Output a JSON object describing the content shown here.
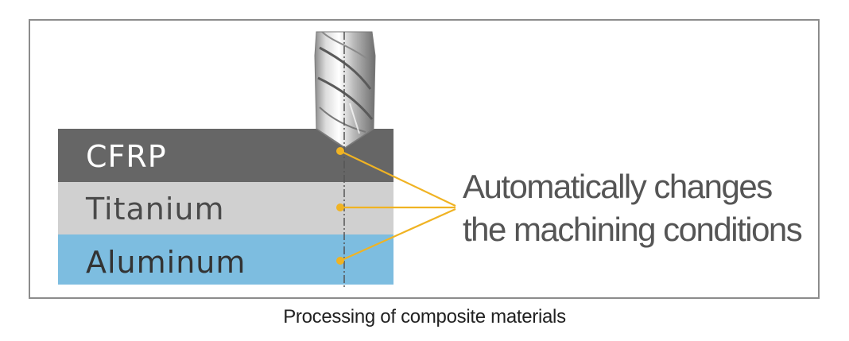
{
  "layers": [
    {
      "label": "CFRP",
      "color": "#666666"
    },
    {
      "label": "Titanium",
      "color": "#d0d0d0"
    },
    {
      "label": "Aluminum",
      "color": "#7dbde0"
    }
  ],
  "callout": {
    "line1": "Automatically changes",
    "line2": "the machining conditions"
  },
  "caption": "Processing of composite materials",
  "colors": {
    "leader": "#f0b323",
    "frame": "#8c8c8c"
  }
}
